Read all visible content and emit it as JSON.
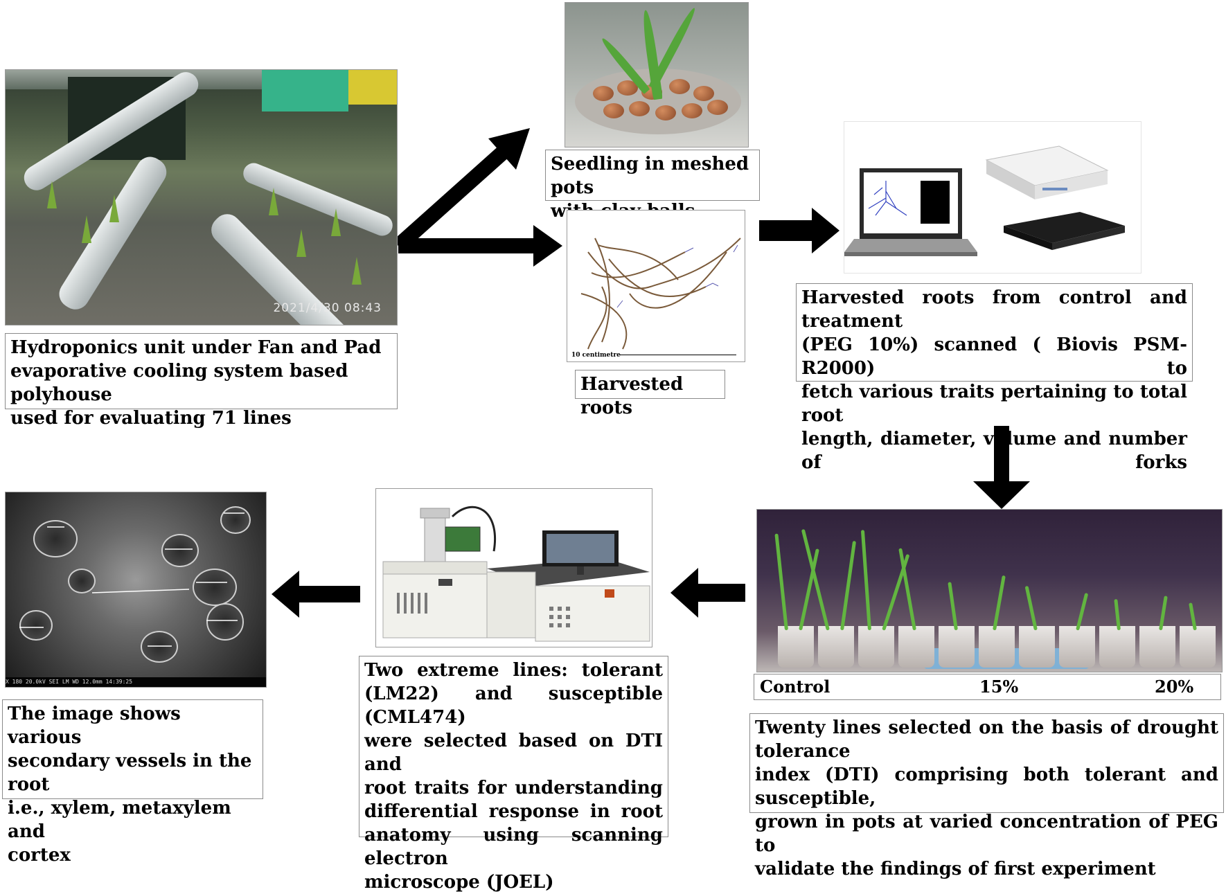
{
  "captions": {
    "hydroponics": [
      "Hydroponics unit under Fan and Pad",
      "evaporative cooling  system  based polyhouse",
      "used for evaluating 71 lines"
    ],
    "seedling": [
      "Seedling in meshed pots",
      "with clay balls"
    ],
    "harvested_roots": "Harvested roots",
    "scanning": [
      "Harvested roots from control and treatment",
      "(PEG 10%) scanned ( Biovis PSM- R2000) to",
      "fetch various traits pertaining to total root",
      "length, diameter, volume and number of forks"
    ],
    "twenty_lines": [
      "Twenty lines selected on the basis of  drought tolerance",
      "index (DTI) comprising both  tolerant and susceptible,",
      "grown  in   pots  at varied concentration of PEG to",
      "validate the findings of first experiment"
    ],
    "extreme_lines": [
      "Two      extreme     lines:     tolerant",
      "(LM22) and susceptible  (CML474)",
      "were  selected  based  on  DTI  and",
      "root    traits    for    understanding",
      "differential       response       in      root",
      "anatomy  using  scanning  electron",
      "microscope  (JOEL)"
    ],
    "sem_image": [
      "The image shows various",
      "secondary vessels in the root",
      "i.e., xylem, metaxylem and",
      "cortex"
    ]
  },
  "photo_labels": {
    "hydro_timestamp": "2021/4/30  08:43",
    "roots_scale": "10 centimetre",
    "pot_control": "Control",
    "pot_15": "15%",
    "pot_20": "20%",
    "sem_footer": "X 180      20.0kV SEI      LM     WD 12.0mm 14:39:25"
  },
  "colors": {
    "arrow": "#000000",
    "caption_border": "#8a8a8a"
  }
}
